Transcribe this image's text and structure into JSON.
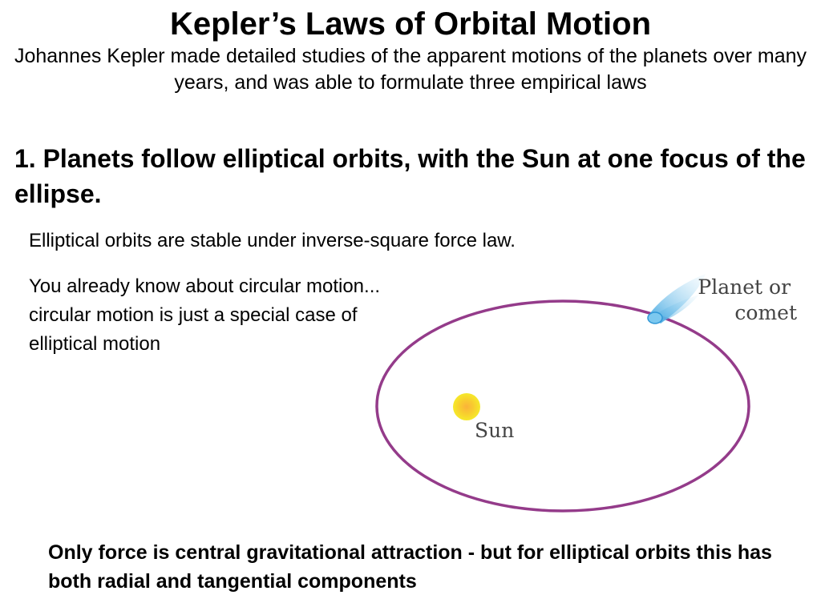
{
  "title": "Kepler’s Laws of Orbital Motion",
  "subtitle": "Johannes Kepler made detailed studies of the apparent motions of the planets over many years, and was able to formulate three empirical laws",
  "law_1": {
    "heading": "1. Planets follow elliptical orbits, with the Sun at one focus of the ellipse.",
    "note_stable": "Elliptical orbits are stable under inverse-square force law.",
    "note_circular": "You already know about circular motion... circular motion is just a special case of elliptical motion"
  },
  "diagram": {
    "sun_label": "Sun",
    "planet_label_line1": "Planet or",
    "planet_label_line2": "comet",
    "orbit_color": "#943b8a",
    "sun_color": "#f6d92a",
    "comet_color": "#57b5e6"
  },
  "footer": "Only force is central gravitational attraction - but for elliptical orbits this has both radial and tangential components"
}
